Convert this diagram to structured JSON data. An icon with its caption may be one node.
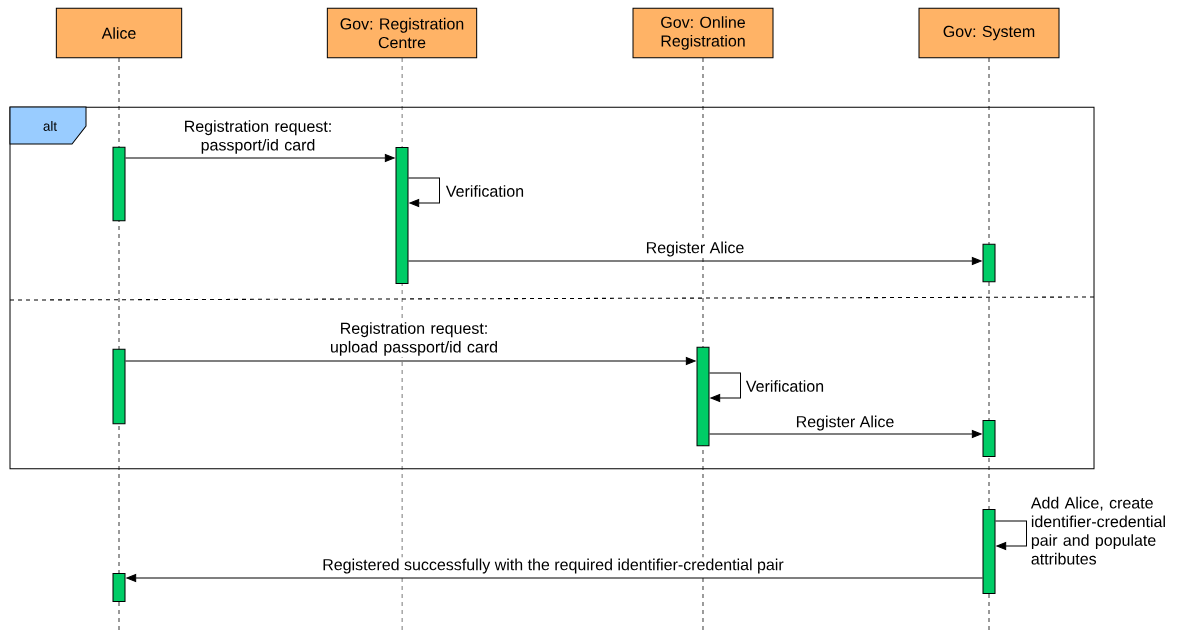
{
  "diagram": {
    "nodes": [
      {
        "text": [
          "Alice"
        ]
      },
      {
        "text": [
          "Gov: Registration Centre"
        ]
      },
      {
        "text": [
          "Gov: Online Registration"
        ]
      },
      {
        "text": [
          "Gov: System"
        ]
      },
      {
        "text": [
          "alt"
        ]
      },
      {
        "text": [],
        "shape": "bar",
        "in": 4
      },
      {
        "text": [],
        "shape": "bar",
        "in": 4
      },
      {
        "text": [],
        "shape": "bar",
        "in": 4
      },
      {
        "text": [],
        "shape": "bar",
        "in": 4
      },
      {
        "text": [],
        "shape": "bar",
        "in": 4
      },
      {
        "text": [],
        "shape": "bar",
        "in": 4
      },
      {
        "text": [],
        "shape": "bar"
      },
      {
        "text": [],
        "shape": "bar"
      }
    ],
    "edges": [
      {
        "from": 5,
        "to": 6,
        "arrow": "to",
        "label": "Registration request: passport/id card"
      },
      {
        "from": 6,
        "to": 6,
        "arrow": "to",
        "label": "Verification"
      },
      {
        "from": 6,
        "to": 7,
        "arrow": "to",
        "label": "Register Alice"
      },
      {
        "from": 8,
        "to": 9,
        "arrow": "to",
        "label": "Registration request: upload passport/id card"
      },
      {
        "from": 9,
        "to": 9,
        "arrow": "to",
        "label": "Verification"
      },
      {
        "from": 9,
        "to": 10,
        "arrow": "to",
        "label": "Register Alice"
      },
      {
        "from": 11,
        "to": 11,
        "arrow": "to",
        "label": "Add Alice, create identifier-credential pair and populate attributes"
      },
      {
        "from": 11,
        "to": 12,
        "arrow": "to",
        "label": "Registered successfully with the required identifier-credential pair"
      }
    ]
  }
}
